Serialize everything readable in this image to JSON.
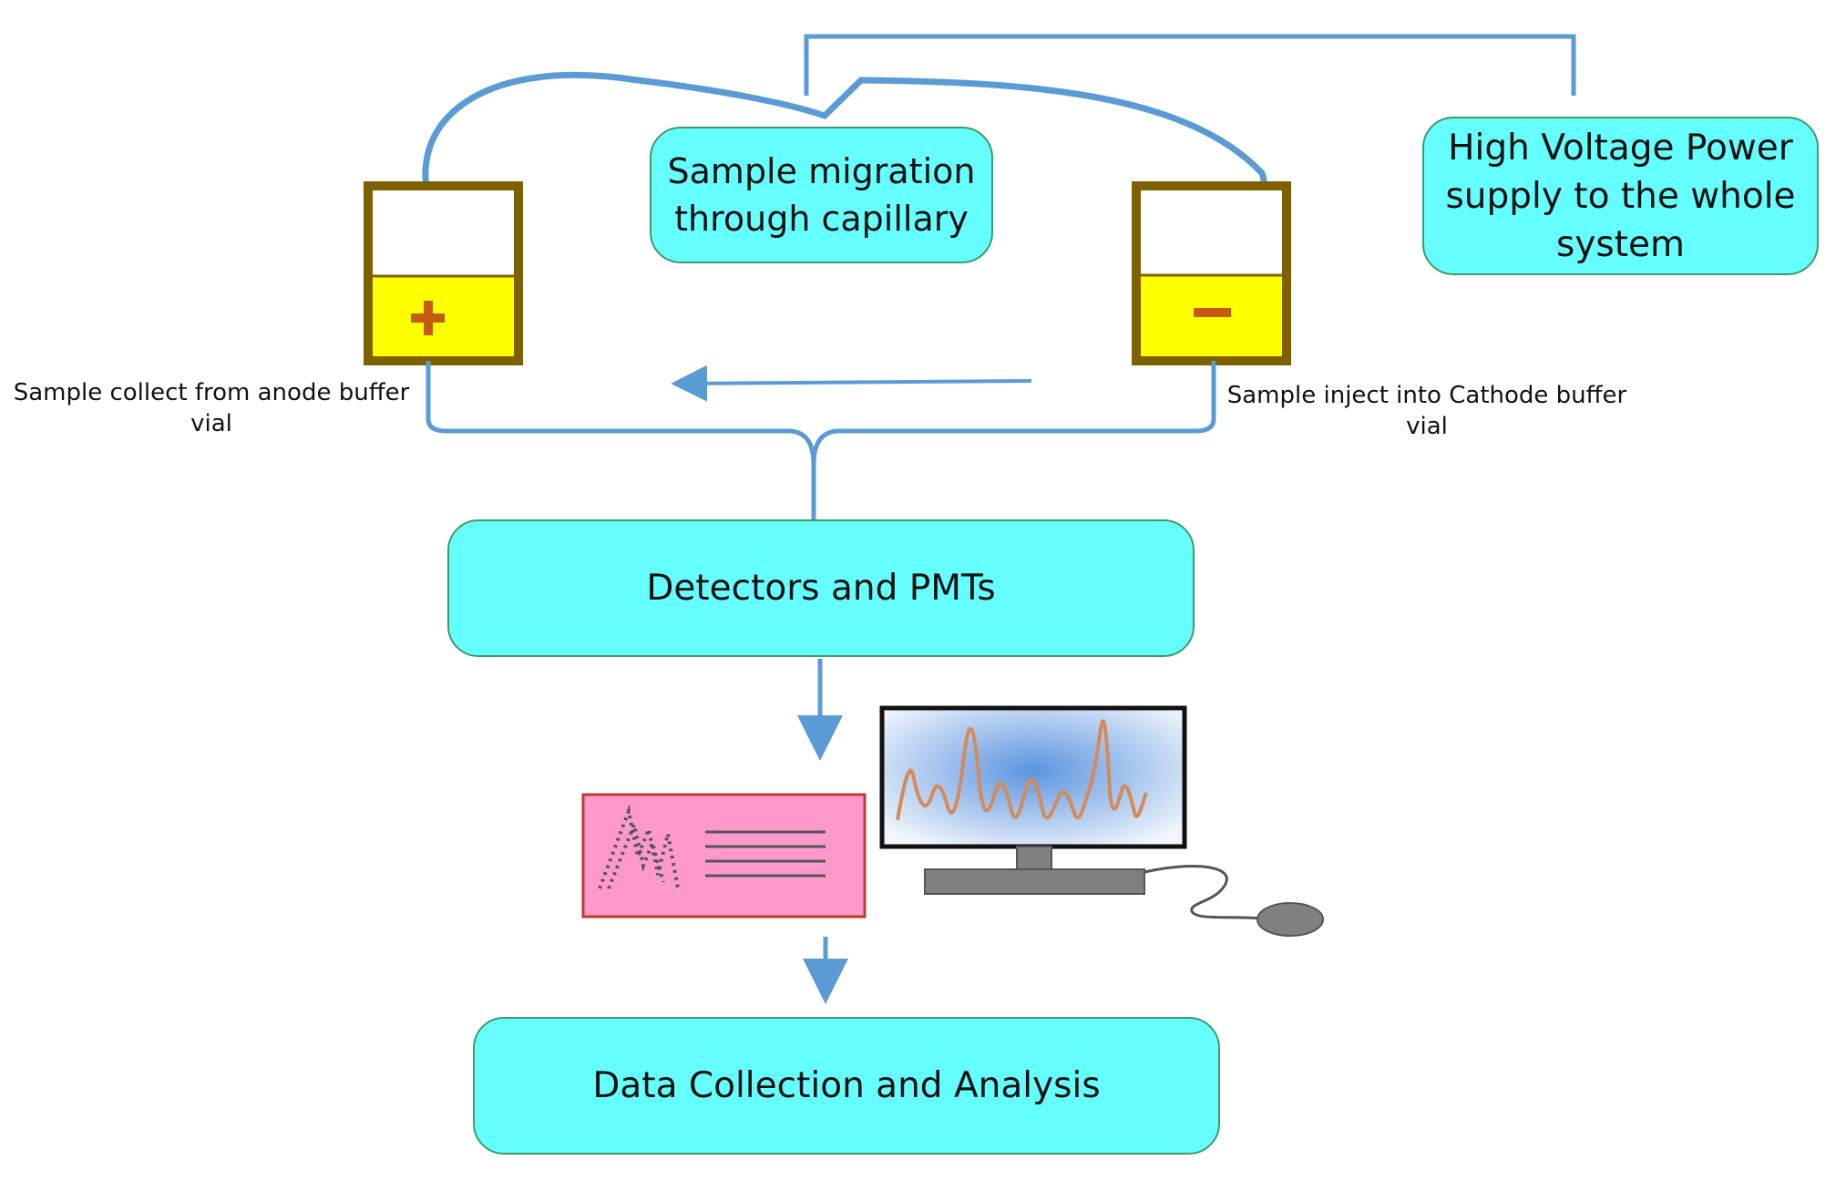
{
  "nodes": {
    "migration": {
      "line1": "Sample migration",
      "line2": "through capillary"
    },
    "power": {
      "line1": "High Voltage Power",
      "line2": "supply to the whole",
      "line3": "system"
    },
    "detectors": {
      "label": "Detectors and PMTs"
    },
    "analysis": {
      "label": "Data Collection and Analysis"
    }
  },
  "captions": {
    "anode": {
      "line1": "Sample collect from anode buffer",
      "line2": "vial"
    },
    "cathode": {
      "line1": "Sample inject into Cathode buffer",
      "line2": "vial"
    }
  },
  "vials": {
    "anode_symbol": "+",
    "cathode_symbol": "−"
  },
  "colors": {
    "node_fill": "#66ffff",
    "node_border": "#3f9a68",
    "connector": "#5b9bd5",
    "vial_frame": "#7f6000",
    "vial_buffer": "#ffff00",
    "vial_symbol": "#c55a11",
    "printout_fill": "#ff99cc",
    "printout_border": "#c0392b",
    "monitor_frame": "#111111",
    "monitor_screen": "#b7d3f2",
    "trace": "#d48a5a",
    "device_grey": "#808080"
  }
}
